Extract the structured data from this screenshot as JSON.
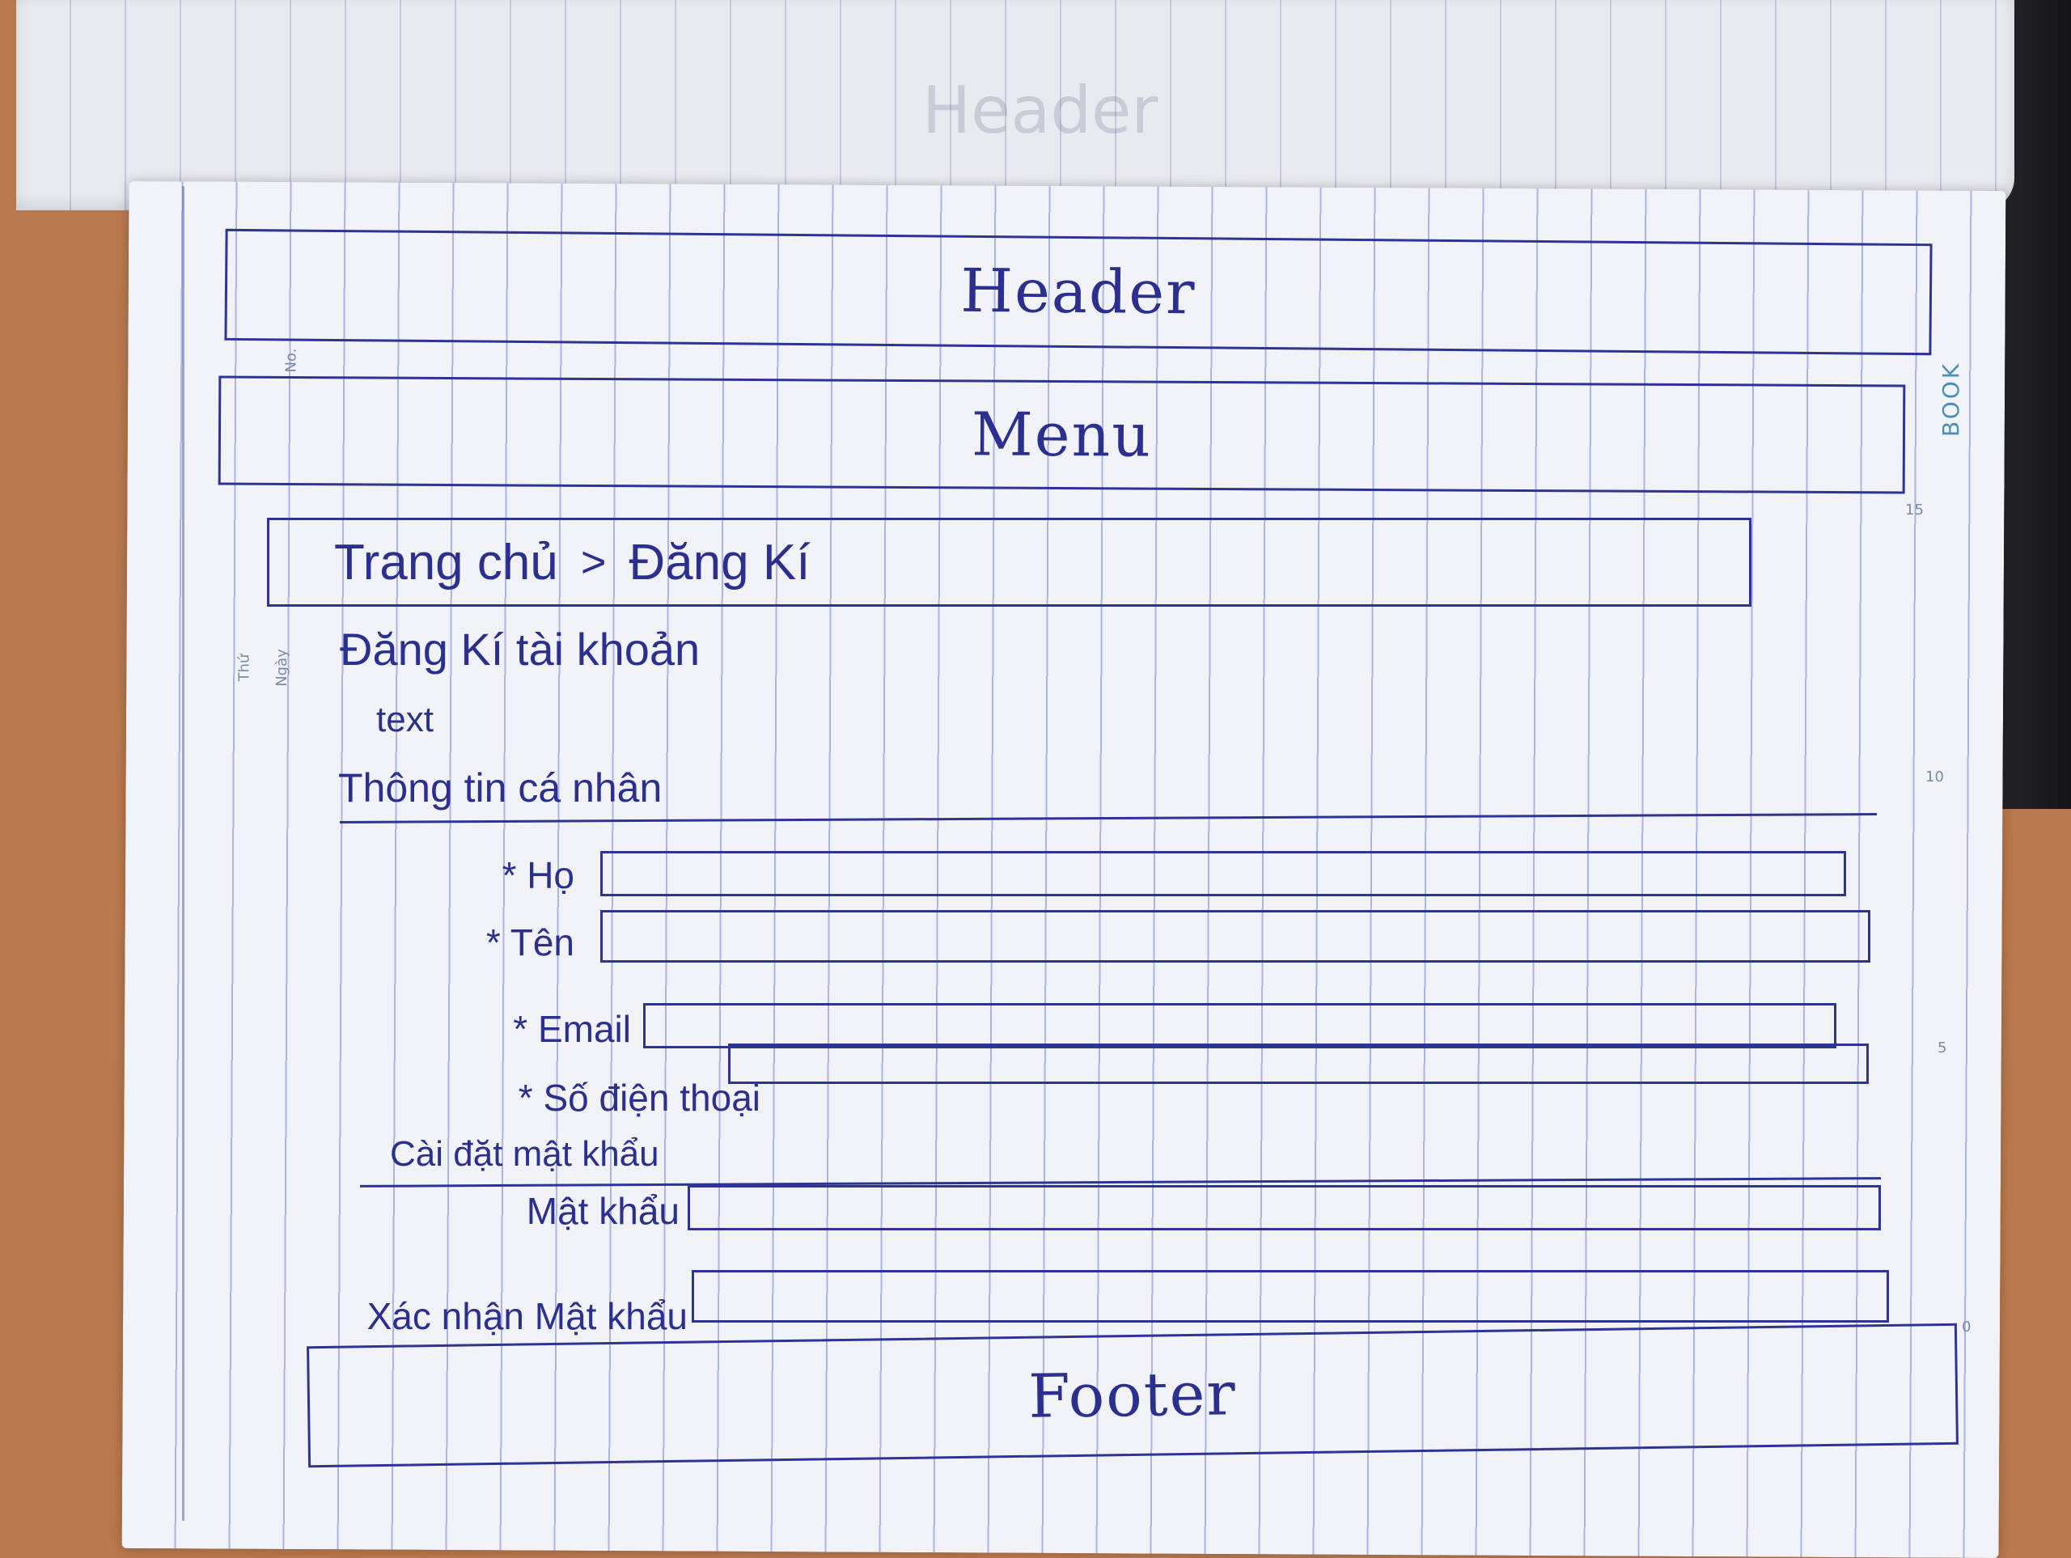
{
  "page_back": {
    "title": "Header"
  },
  "notebook": {
    "brand": "BOOK",
    "margin_marks": [
      "No.",
      "Thứ",
      "Ngày"
    ],
    "edge_numbers": [
      "15",
      "10",
      "5",
      "0"
    ]
  },
  "wireframe": {
    "header": {
      "label": "Header"
    },
    "menu": {
      "label": "Menu"
    },
    "breadcrumb": {
      "items": [
        "Trang chủ",
        "Đăng Kí"
      ],
      "separator": ">"
    },
    "page_title": "Đăng Kí tài khoản",
    "intro_text": "text",
    "personal_section": {
      "title": "Thông tin cá nhân",
      "fields": [
        {
          "label": "* Họ",
          "value": ""
        },
        {
          "label": "* Tên",
          "value": ""
        },
        {
          "label": "* Email",
          "value": ""
        },
        {
          "label": "* Số điện thoại",
          "value": ""
        }
      ]
    },
    "password_section": {
      "title": "Cài đặt mật khẩu",
      "fields": [
        {
          "label": "Mật khẩu",
          "value": ""
        },
        {
          "label": "Xác nhận Mật khẩu",
          "value": ""
        }
      ]
    },
    "footer": {
      "label": "Footer"
    }
  }
}
